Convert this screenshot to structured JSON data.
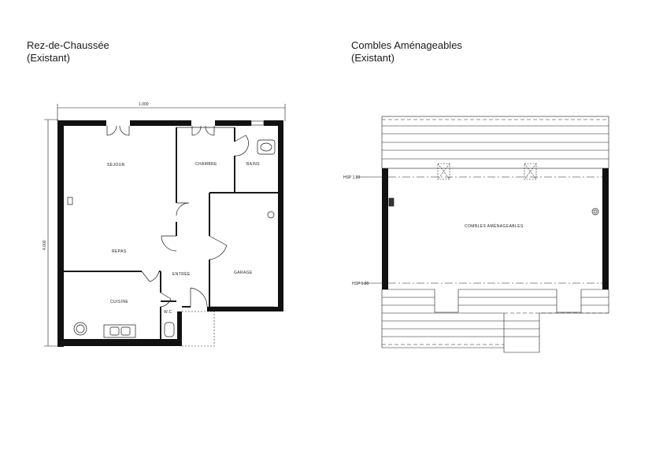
{
  "left_plan": {
    "title": "Rez-de-Chaussée",
    "subtitle": "(Existant)",
    "dimension_width": "1.000",
    "dimension_height": "4.000",
    "rooms": {
      "sejour": "SÉJOUR",
      "chambre": "CHAMBRE",
      "bains": "BAINS",
      "repas": "REPAS",
      "entree": "ENTRÉE",
      "garage": "GARAGE",
      "cuisine": "CUISINE",
      "wc": "W.C"
    }
  },
  "right_plan": {
    "title": "Combles Aménageables",
    "subtitle": "(Existant)",
    "room_label": "COMBLES AMÉNAGEABLES",
    "level_top": "HSP 1.80",
    "level_bottom": "HSP 1.80"
  },
  "colors": {
    "ink": "#1a1a1a",
    "wall": "#111111",
    "paper": "#ffffff"
  }
}
